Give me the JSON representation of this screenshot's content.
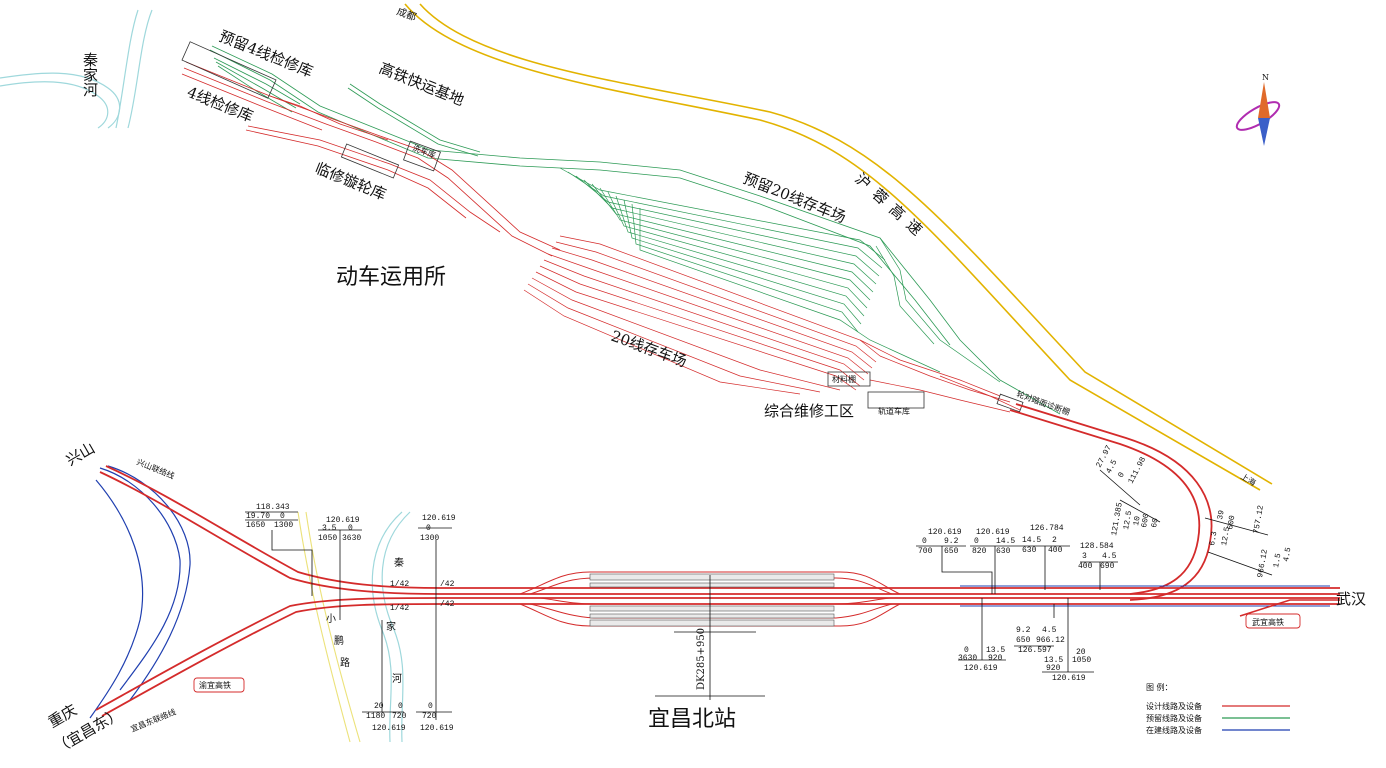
{
  "labels": {
    "chengdu": "成都",
    "qinjiahe": "秦家河",
    "reserved_4_line_shed": "预留4线检修库",
    "shed_4_line": "4线检修库",
    "hsr_express_base": "高铁快运基地",
    "wash_shed": "洗车库",
    "temp_repair_lathe": "临修镟轮库",
    "reserved_20_line_yard": "预留20线存车场",
    "yard_20_line": "20线存车场",
    "emu_depot": "动车运用所",
    "hu_rong_hsr": "沪蓉高速",
    "shanghai": "上海",
    "material_shed": "材料棚",
    "integrated_maintenance": "综合维修工区",
    "track_car_shed": "轨道车库",
    "wheel_inspection": "轮对踏面诊断棚",
    "xingshan": "兴山",
    "chongqing": "重庆",
    "yichang_east": "（宜昌东）",
    "yu_yi_hsr": "渝宜高铁",
    "wuhan": "武汉",
    "wu_yi_hsr": "武宜高铁",
    "station_name": "宜昌北站",
    "chainage": "DK285+950",
    "river_qin": "秦",
    "river_jia": "家",
    "river_he": "河",
    "road_xiao": "小",
    "road_peng": "鹏",
    "road_lu": "路",
    "xingshan_link": "兴山联络线",
    "yichang_east_link": "宜昌东联络线"
  },
  "legend": {
    "title": "图 例：",
    "items": [
      {
        "label": "设计线路及设备",
        "color": "#d42b2b"
      },
      {
        "label": "预留线路及设备",
        "color": "#2c9a55"
      },
      {
        "label": "在建线路及设备",
        "color": "#1f3fb0"
      }
    ]
  },
  "grade_profile": {
    "top": [
      {
        "elevation": "118.343",
        "row1": [
          "19.70",
          "0"
        ],
        "row2": [
          "1650",
          "1300"
        ]
      },
      {
        "elevation": "120.619",
        "row1": [
          "3.5",
          "0"
        ],
        "row2": [
          "1050",
          "3630"
        ]
      },
      {
        "elevation": "120.619",
        "row1": [
          "0"
        ],
        "row2": [
          "1300"
        ]
      },
      {
        "elevation": "120.619",
        "row1": [
          "0",
          "9.2"
        ],
        "row2": [
          "700",
          "650"
        ]
      },
      {
        "elevation": "120.619",
        "row1": [
          "0",
          "14.5"
        ],
        "row2": [
          "820",
          "630"
        ]
      },
      {
        "elevation": "126.784",
        "row1": [
          "14.5",
          "2"
        ],
        "row2": [
          "630",
          "400"
        ]
      },
      {
        "elevation": "128.584",
        "row1": [
          "3",
          "4.5"
        ],
        "row2": [
          "400",
          "690"
        ]
      }
    ],
    "bottom": [
      {
        "row1": [
          "20",
          "0",
          "0"
        ],
        "row2": [
          "1180",
          "720",
          "720"
        ],
        "elevations": [
          "120.619",
          "120.619"
        ]
      },
      {
        "row1": [
          "0",
          "13.5"
        ],
        "row2": [
          "3630",
          "920"
        ],
        "elevation": "120.619"
      },
      {
        "row1": [
          "9.2",
          "4.5"
        ],
        "row2": [
          "650",
          "966.12"
        ],
        "elevation": "126.597"
      },
      {
        "row1": [
          "13.5",
          "20"
        ],
        "row2": [
          "920",
          "1050"
        ],
        "elevation": "120.619"
      }
    ],
    "slopes": [
      "1/42",
      "1/42",
      "/42",
      "/42"
    ],
    "rotated_top": [
      "27.97",
      "4.5",
      "0",
      "111.98"
    ],
    "rotated_mid": [
      "121.385",
      "12.5",
      "10",
      "600",
      "60"
    ],
    "rotated_right": [
      "39",
      "600",
      "757.12",
      "6.3",
      "12.5",
      "966.12",
      "1.5",
      "4.5"
    ]
  }
}
